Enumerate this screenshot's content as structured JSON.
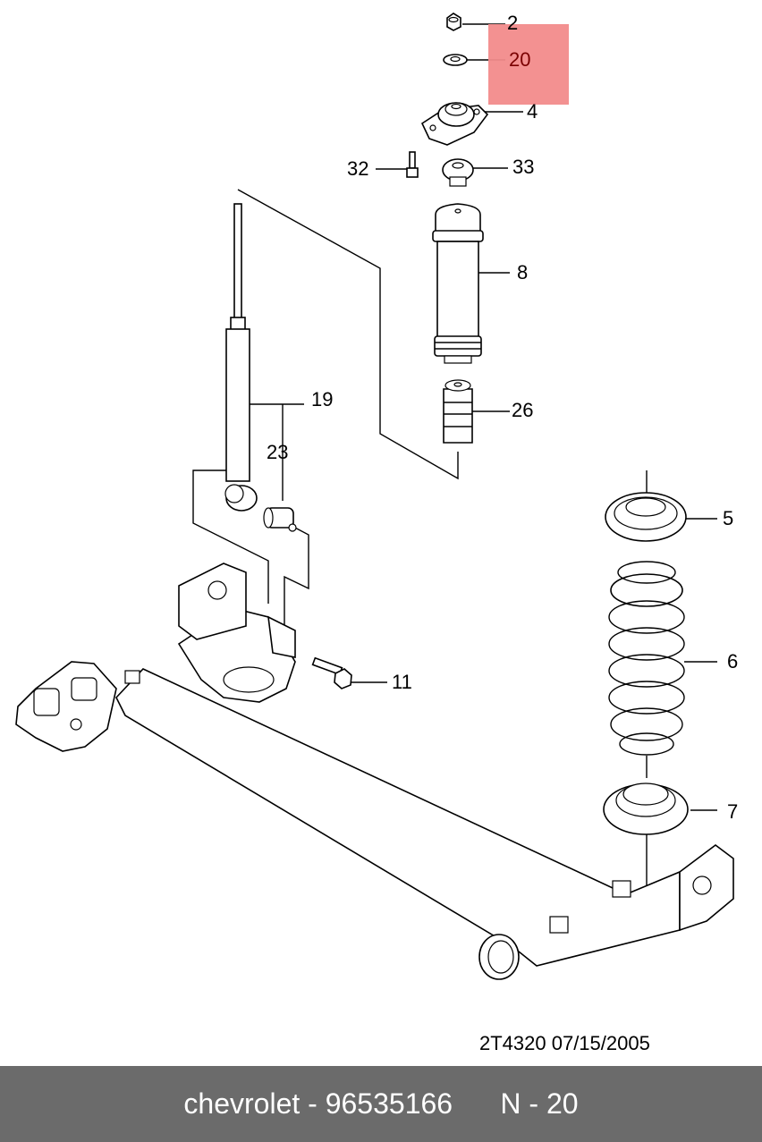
{
  "highlight_color": "#f28b8b",
  "labels": {
    "p2": "2",
    "p20": "20",
    "p4": "4",
    "p32": "32",
    "p33": "33",
    "p8": "8",
    "p19": "19",
    "p23": "23",
    "p26": "26",
    "p5": "5",
    "p6": "6",
    "p11": "11",
    "p7": "7"
  },
  "drawing_id": "2T4320  07/15/2005",
  "footer": {
    "brand": "chevrolet",
    "sep": " - ",
    "part_number": "96535166",
    "ref": "N - 20"
  }
}
